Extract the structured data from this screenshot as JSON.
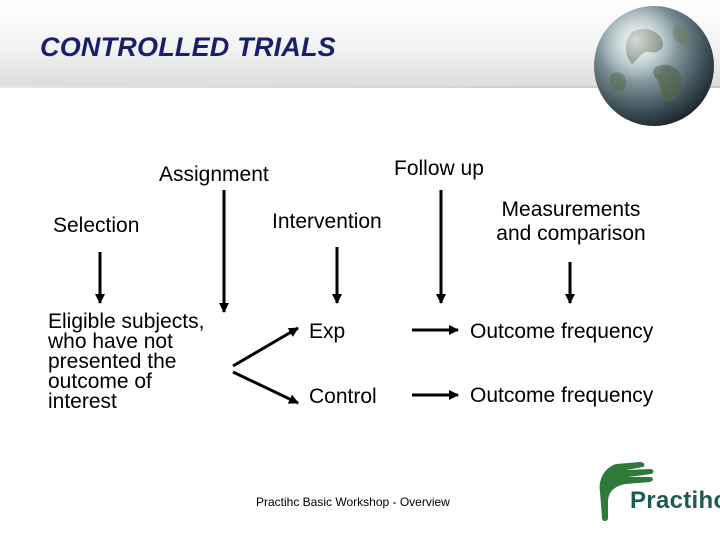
{
  "slide": {
    "title": "CONTROLLED TRIALS",
    "footer": "Practihc Basic Workshop - Overview"
  },
  "diagram": {
    "assignment": "Assignment",
    "follow_up": "Follow up",
    "selection": "Selection",
    "intervention": "Intervention",
    "measurements_line1": "Measurements",
    "measurements_line2": "and comparison",
    "eligible": "Eligible subjects, who have not presented the outcome of interest",
    "exp": "Exp",
    "control": "Control",
    "outcome_exp": "Outcome frequency",
    "outcome_control": "Outcome frequency"
  },
  "logo": {
    "text": "Practihc",
    "colors": {
      "hand": "#2f7a3a",
      "text": "#1e5a54"
    }
  },
  "icons": {
    "globe": "globe-icon",
    "logo_mark": "hand-icon"
  },
  "colors": {
    "title": "#1a1f6b",
    "arrows": "#000000"
  }
}
